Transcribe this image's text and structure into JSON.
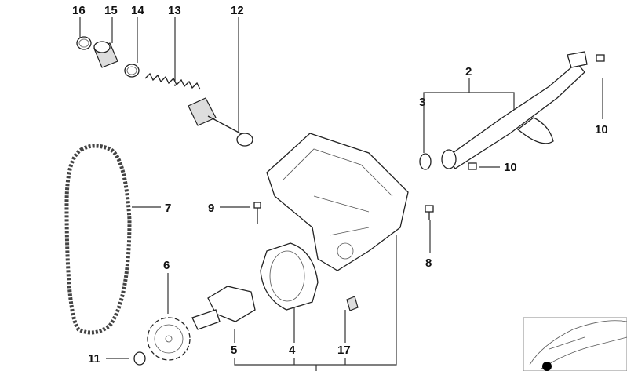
{
  "diagram": {
    "labels": {
      "p16": "16",
      "p15": "15",
      "p14": "14",
      "p13": "13",
      "p12": "12",
      "p2": "2",
      "p3": "3",
      "p10a": "10",
      "p10b": "10",
      "p7": "7",
      "p9": "9",
      "p8": "8",
      "p6": "6",
      "p11": "11",
      "p5": "5",
      "p4": "4",
      "p17": "17"
    }
  }
}
